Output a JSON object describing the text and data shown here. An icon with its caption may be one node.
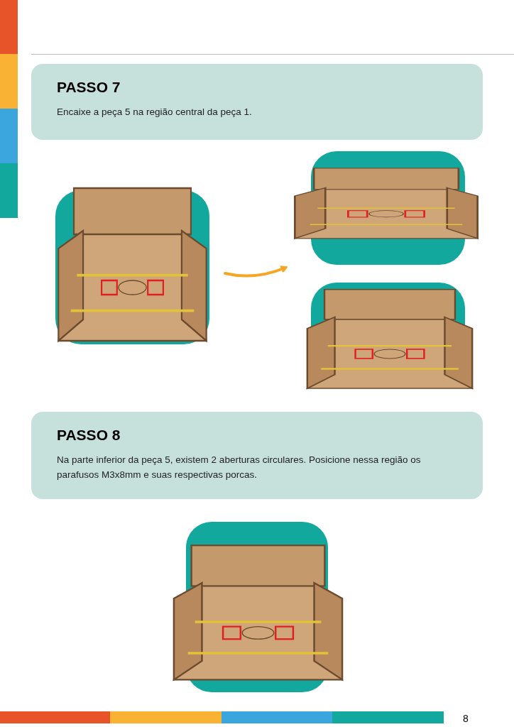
{
  "diagram": {
    "nodes": [
      {
        "text": [
          "PASSO 7",
          "Encaixe a peça 5 na região central da peça 1."
        ]
      },
      {
        "text": [
          "PASSO 8",
          "Na parte inferior da peça 5, existem 2 aberturas circulares. Posicione nessa região os parafusos M3x8mm e suas respectivas porcas."
        ]
      },
      {
        "text": [],
        "shape": "picture"
      },
      {
        "text": [],
        "shape": "picture"
      },
      {
        "text": [],
        "shape": "picture"
      },
      {
        "text": [],
        "shape": "picture"
      }
    ],
    "edges": [
      {
        "from": 2,
        "to": 3,
        "arrow": "to",
        "color": "#f5a623"
      }
    ],
    "labels": [
      "8"
    ]
  }
}
